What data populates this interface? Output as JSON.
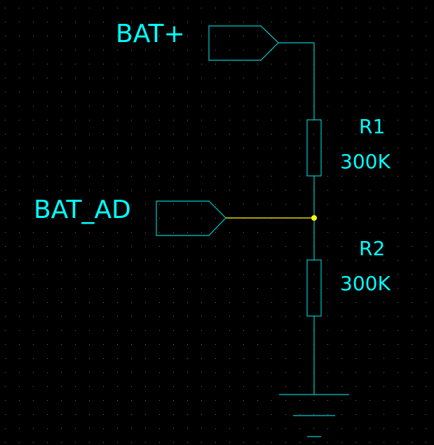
{
  "colors": {
    "background": "#000000",
    "grid_dot": "#6E6E6E",
    "component": "#00C8C8",
    "wire": "#FFFF00",
    "junction": "#FFFF00",
    "text": "#00FFFF"
  },
  "ports": {
    "bat_plus": {
      "name": "BAT+"
    },
    "bat_ad": {
      "name": "BAT_AD"
    }
  },
  "resistors": {
    "r1": {
      "ref": "R1",
      "value": "300K"
    },
    "r2": {
      "ref": "R2",
      "value": "300K"
    }
  }
}
